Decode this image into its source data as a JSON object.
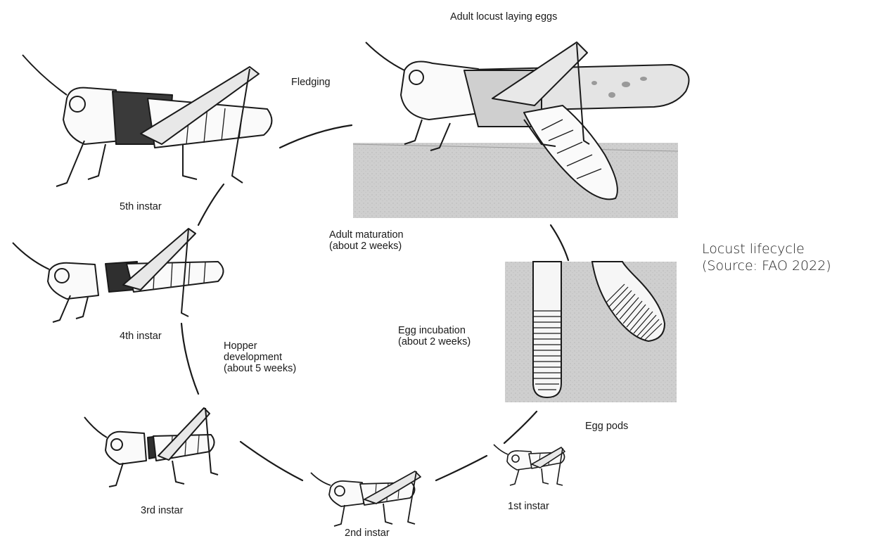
{
  "figure": {
    "stage_labels": {
      "adult_laying": "Adult locust laying eggs",
      "fledging": "Fledging",
      "fifth_instar": "5th instar",
      "fourth_instar": "4th instar",
      "third_instar": "3rd instar",
      "second_instar": "2nd instar",
      "first_instar": "1st instar",
      "egg_pods": "Egg pods"
    },
    "phase_labels": {
      "adult_maturation": [
        "Adult maturation",
        "(about 2 weeks)"
      ],
      "egg_incubation": [
        "Egg incubation",
        "(about 2 weeks)"
      ],
      "hopper_development": [
        "Hopper",
        "development",
        "(about 5 weeks)"
      ]
    },
    "caption": [
      "Locust lifecycle",
      "(Source: FAO 2022)"
    ]
  },
  "colors": {
    "ink": "#1a1a1a",
    "soil": "#c9c9c9",
    "background": "#ffffff"
  }
}
